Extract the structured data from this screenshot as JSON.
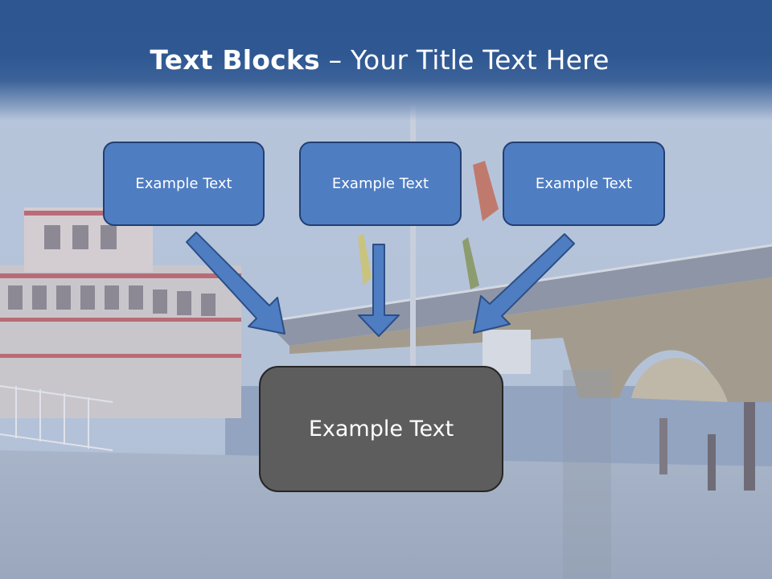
{
  "slide": {
    "title_bold": "Text Blocks",
    "title_rest": " – Your Title Text Here",
    "top_boxes": [
      "Example Text",
      "Example Text",
      "Example Text"
    ],
    "main_box": "Example Text"
  },
  "colors": {
    "header": "#2e5690",
    "box_fill": "#4f7dc2",
    "box_border": "#223f72",
    "main_box_fill": "#5d5d5d",
    "main_box_border": "#262626",
    "arrow_fill": "#4f7dc2",
    "arrow_stroke": "#2c4f86"
  },
  "icons": {
    "arrow": "down-arrow-icon"
  }
}
